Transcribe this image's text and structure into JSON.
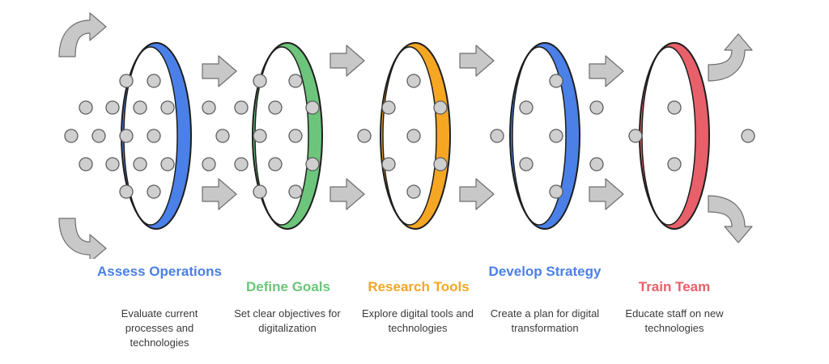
{
  "stages": [
    {
      "title": "Assess Operations",
      "description": "Evaluate current processes and technologies",
      "color": "#4A80E8",
      "hole_icon": "gray-circle-icon"
    },
    {
      "title": "Define Goals",
      "description": "Set clear objectives for digitalization",
      "color": "#6CC57A",
      "hole_icon": "gray-circle-icon"
    },
    {
      "title": "Research Tools",
      "description": "Explore digital tools and technologies",
      "color": "#F5A623",
      "hole_icon": "gray-circle-icon"
    },
    {
      "title": "Develop Strategy",
      "description": "Create a plan for digital transformation",
      "color": "#4A80E8",
      "hole_icon": "gray-circle-icon"
    },
    {
      "title": "Train Team",
      "description": "Educate staff on new technologies",
      "color": "#E8606A",
      "hole_icon": "gray-circle-icon"
    }
  ],
  "colors": {
    "arrow_fill": "#C8C8C8",
    "arrow_stroke": "#6E6E6E",
    "dot_fill": "#CFCFCF",
    "dot_stroke": "#5E5E5E"
  }
}
